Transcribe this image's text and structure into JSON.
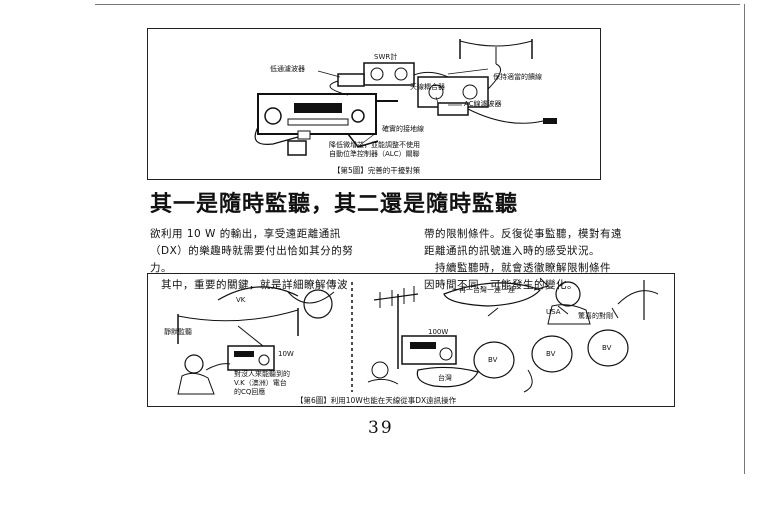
{
  "figure5": {
    "labels": {
      "lowpass": "低通濾波器",
      "swr": "SWR計",
      "ant_mon": "保持適當的饋線",
      "tuner": "天線耦合器",
      "ac_filter": "AC線濾波器",
      "decouple": "確實的接地線",
      "note_line1": "降低微增益，並能調整不使用",
      "note_line2": "自動位準控制器（ALC）關聯"
    },
    "caption": "【第5圖】完善的干擾對策"
  },
  "headline": "其一是隨時監聽，其二還是隨時監聽",
  "body": {
    "left": [
      "欲利用 10 W 的輸出，享受遠距離通訊",
      "（DX）的樂趣時就需要付出恰如其分的努",
      "力。",
      "　其中，重要的關鍵，就是詳細瞭解傳波"
    ],
    "right": [
      "帶的限制條件。反復從事監聽，模對有遠",
      "距離通訊的訊號進入時的感受狀況。",
      "　持續監聽時，就會透徹瞭解限制條件",
      "因時間不同，可能發生的變化。"
    ]
  },
  "figure6": {
    "labels": {
      "vk": "VK",
      "watch": "靜默監聽",
      "hint_line1": "對沒人來能聽到的",
      "hint_line2": "V.K（澳洲）電台",
      "hint_line3": "的CQ回應",
      "w10_left": "10W",
      "w10_right": "100W",
      "taiwan": "台灣",
      "usa": "USA",
      "bubble": "一再一台灣一連一連",
      "surprise": "驚喜的對剛",
      "bv1": "BV",
      "bv2": "BV",
      "bv3": "BV"
    },
    "caption": "【第6圖】利用10W也能在天線從事DX遠訊操作"
  },
  "page_number": "39"
}
